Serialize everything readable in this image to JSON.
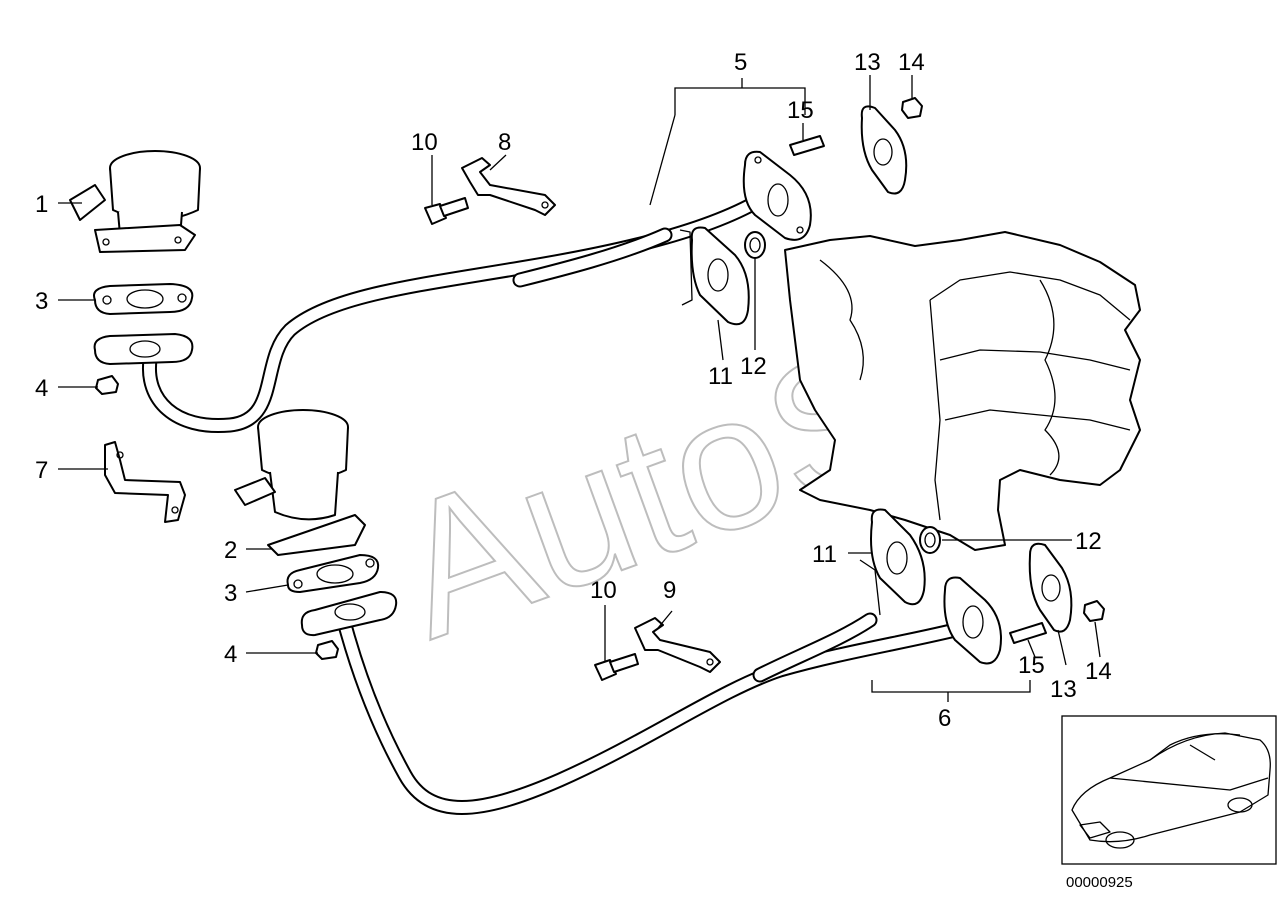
{
  "watermark": "AutoSoft",
  "catalog_number": "00000925",
  "callouts": {
    "c1": "1",
    "c2": "2",
    "c3a": "3",
    "c3b": "3",
    "c4a": "4",
    "c4b": "4",
    "c5": "5",
    "c6": "6",
    "c7": "7",
    "c8": "8",
    "c9": "9",
    "c10a": "10",
    "c10b": "10",
    "c11a": "11",
    "c11b": "11",
    "c12a": "12",
    "c12b": "12",
    "c13a": "13",
    "c13b": "13",
    "c14a": "14",
    "c14b": "14",
    "c15a": "15",
    "c15b": "15"
  },
  "colors": {
    "line": "#000000",
    "watermark": "#bdbdbd",
    "background": "#ffffff"
  }
}
